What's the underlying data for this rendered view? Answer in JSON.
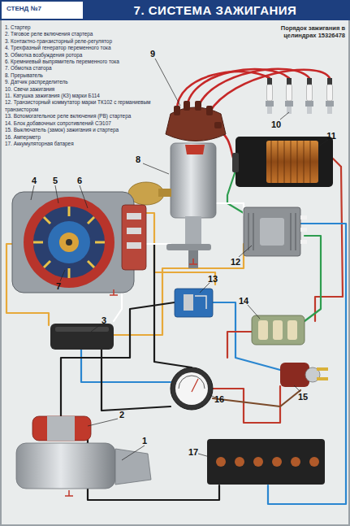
{
  "diagram": {
    "title": "7. СИСТЕМА ЗАЖИГАНИЯ",
    "labels": [
      "СТЕНД №7",
      "1. Стартер",
      "2. Тяговое реле включения стартера",
      "3. Контактно-транзисторный реле-регулятор",
      "4. Трехфазный генератор переменного тока",
      "5. Обмотка возбуждения ротора",
      "6. Кремниевый выпрямитель переменного тока",
      "7. Обмотка статора",
      "8. Прерыватель",
      "9. Датчик распределитель",
      "10. Свечи зажигания",
      "11. Катушка зажигания (КЗ) марки Б114",
      "12. Транзисторный коммутатор марки ТК102 с германиевым транзистором",
      "13. Вспомогательное реле включения (РВ) стартера",
      "14. Блок добавочных сопротивлений СЭ107",
      "15. Выключатель (замок) зажигания и стартера",
      "16. Амперметр",
      "17. Аккумуляторная батарея",
      "Порядок зажигания в целиндрах 15326478",
      "1",
      "2",
      "3",
      "4",
      "5",
      "6",
      "7",
      "8",
      "9",
      "10",
      "11",
      "12",
      "13",
      "14",
      "15",
      "16",
      "17"
    ]
  }
}
